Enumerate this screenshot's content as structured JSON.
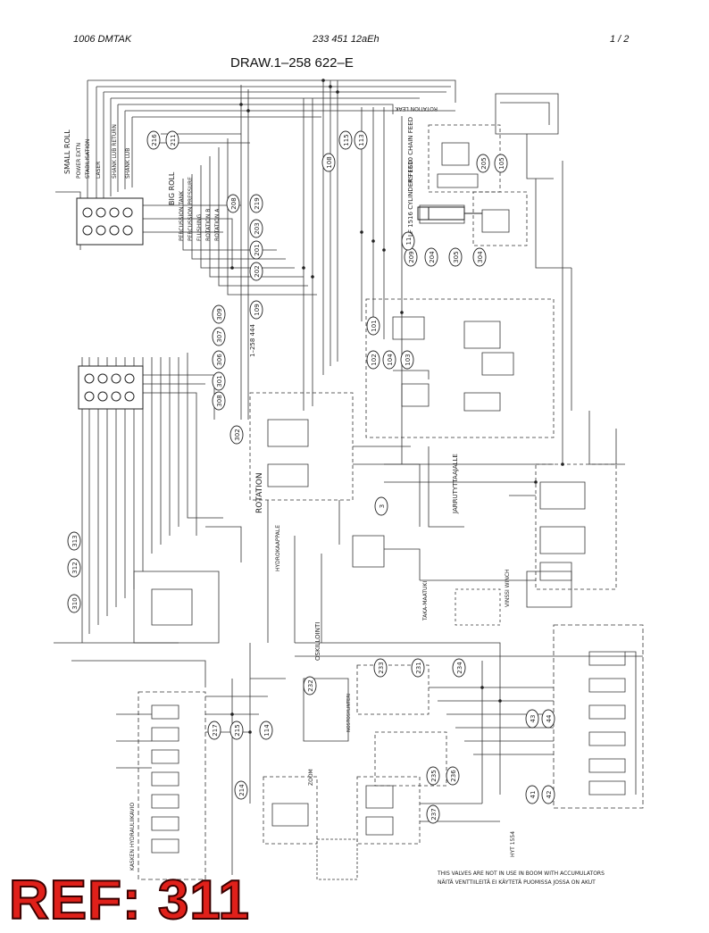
{
  "header": {
    "left": "1006   DMTAK",
    "center": "233 451 12aEh",
    "right": "1 / 2"
  },
  "title": "DRAW.1–258 622–E",
  "reference_stamp": "REF: 311",
  "callouts": {
    "c216": "216",
    "c211": "211",
    "c108": "108",
    "c115": "115",
    "c113": "113",
    "c208": "208",
    "c219": "219",
    "c203": "203",
    "c201": "201",
    "c202": "202",
    "c109": "109",
    "c101": "101",
    "c102": "102",
    "c104": "104",
    "c103": "103",
    "c205": "205",
    "c105": "105",
    "c209": "209",
    "c204": "204",
    "c305": "305",
    "c304": "304",
    "c309": "309",
    "c307": "307",
    "c306": "306",
    "c308": "308",
    "c301": "301",
    "c302": "302",
    "c313": "313",
    "c312": "312",
    "c310": "310",
    "c11": "11",
    "c233": "233",
    "c232": "232",
    "c231": "231",
    "c234": "234",
    "c235": "235",
    "c236": "236",
    "c237": "237",
    "c215": "215",
    "c217": "217",
    "c214": "214",
    "c114": "114",
    "c3": "3",
    "c41": "41",
    "c42": "42",
    "c43": "43",
    "c44": "44"
  },
  "labels": {
    "small_roll": "SMALL ROLL",
    "big_roll": "BIG ROLL",
    "power_extn": "POWER EXTN",
    "stabilisation": "STABILISATION",
    "laser": "LASER",
    "shank_lub_return": "SHANK LUB RETURN",
    "shank_lub": "SHANK LUB",
    "percussion_tank": "PERCUSSION TANK",
    "percussion_pressure": "PERCUSSION PRESSURE",
    "flushing": "FLUSHING",
    "rotation_b": "ROTATION B",
    "rotation_a": "ROTATION A",
    "rotation_leak": "ROTATION LEAK",
    "ks_chain_feed": "KS 1610 CHAIN FEED",
    "lf_cylinder_feed": "LF 1516 CYLINDER FEED",
    "ref_258_444": "1–258 444",
    "rotation": "ROTATION",
    "hydrokappale": "HYDROKAAPPALE",
    "jarrustaajalle": "JARRUTYTTAAJALLE",
    "oskillointi": "OSKILLOINTI",
    "taka_maatuki": "TAKA-MAATUKI",
    "vinssi_winch": "VINSSI WINCH",
    "kaskenventtiili": "KASKEN HYDRAULIIKAVIO",
    "nostosylinteri": "NOSTOSYLINTERI",
    "zoom": "ZOOM",
    "hyt": "HYT 1554",
    "footnote_en": "THIS VALVES ARE NOT IN USE IN BOOM WITH ACCUMULATORS",
    "footnote_fi": "NÄITÄ VENTTIILEITÄ EI KÄYTETÄ PUOMISSA JOSSA ON AKUT"
  }
}
